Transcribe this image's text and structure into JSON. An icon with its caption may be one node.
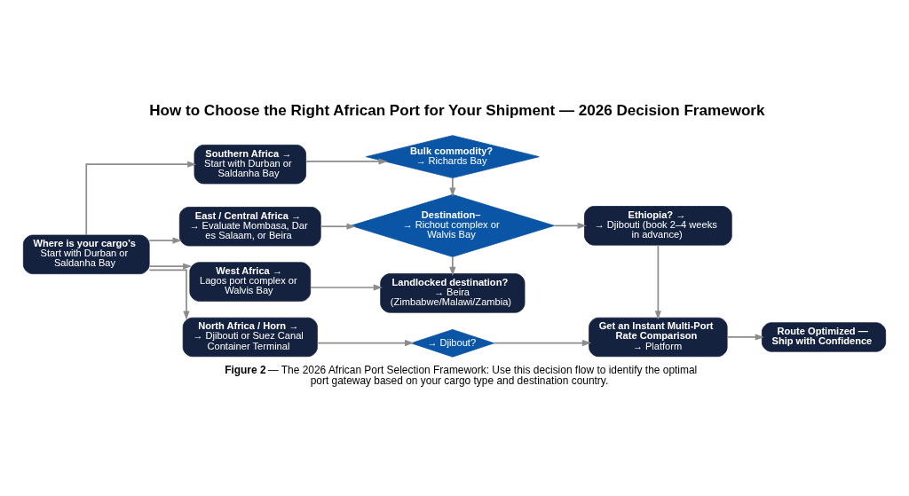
{
  "diagram": {
    "title": "How to Choose the Right African Port for Your Shipment — 2026 Decision Framework",
    "caption": "**Figure 2** — The 2026 African Port Selection Framework: Use this decision flow to identify the optimal port gateway based on your cargo type and destination country.",
    "nodes": [
      {
        "text": [
          "Where is your cargo’s",
          "Start with Durban or Saldanha Bay"
        ]
      },
      {
        "text": [
          "Southern Africa →",
          "Start with Durban or Saldanha Bay"
        ]
      },
      {
        "text": [
          "East / Central Africa →",
          "→ Evaluate Mombasa, Dar es Salaam, or Beira"
        ]
      },
      {
        "text": [
          "West Africa →",
          "Lagos port complex or Walvis Bay"
        ]
      },
      {
        "text": [
          "North Africa / Horn →",
          "→ Djibouti or Suez Canal Container Terminal"
        ]
      },
      {
        "text": [
          "Bulk commodity?",
          "→ Richards Bay"
        ]
      },
      {
        "text": [
          "Destination–",
          "→ Richout complex or Walvis Bay"
        ]
      },
      {
        "text": [
          "Landlocked destination?",
          "→ Beira (Zimbabwe/Malawi/Zambia)"
        ]
      },
      {
        "text": [
          "→ Djibout?"
        ]
      },
      {
        "text": [
          "Ethiopia? →",
          "→ Djibouti (book 2–4 weeks in advance)"
        ]
      },
      {
        "text": [
          "Get an Instant Multi-Port Rate Comparison",
          "→ Platform"
        ]
      },
      {
        "text": [
          "Route Optimized — Ship with Confidence"
        ]
      }
    ],
    "edges": [
      {
        "from": 0,
        "to": 1,
        "arrow": "to"
      },
      {
        "from": 0,
        "to": 2,
        "arrow": "to"
      },
      {
        "from": 0,
        "to": 3,
        "arrow": "to"
      },
      {
        "from": 0,
        "to": 4,
        "arrow": "to"
      },
      {
        "from": 1,
        "to": 5,
        "arrow": "to"
      },
      {
        "from": 2,
        "to": 6,
        "arrow": "to"
      },
      {
        "from": 3,
        "to": 7,
        "arrow": "to"
      },
      {
        "from": 4,
        "to": 8,
        "arrow": "to"
      },
      {
        "from": 5,
        "to": 6,
        "arrow": "to"
      },
      {
        "from": 6,
        "to": 7,
        "arrow": "to"
      },
      {
        "from": 6,
        "to": 9,
        "arrow": "to"
      },
      {
        "from": 9,
        "to": 10,
        "arrow": "to"
      },
      {
        "from": 8,
        "to": 10,
        "arrow": "to"
      },
      {
        "from": 10,
        "to": 11,
        "arrow": "to"
      }
    ]
  }
}
